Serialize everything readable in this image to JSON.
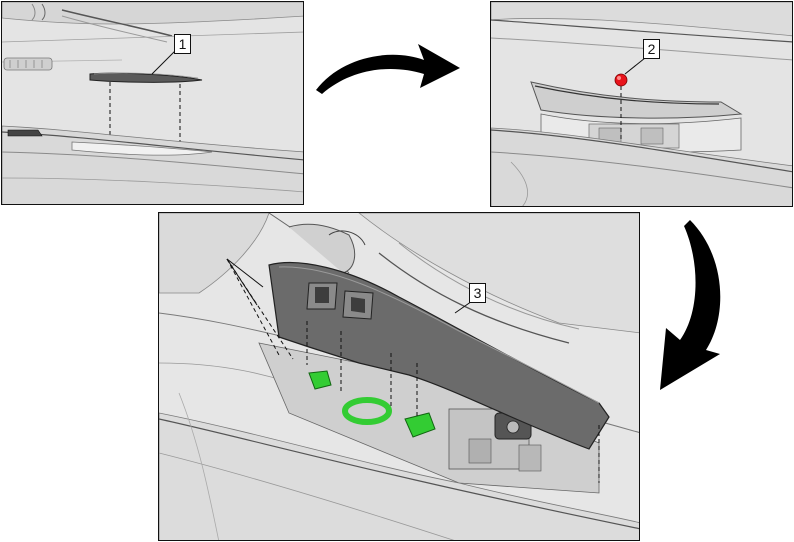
{
  "callouts": {
    "step1": "1",
    "step2": "2",
    "step3": "3"
  },
  "icons": {
    "curved_arrow_right": "curved-arrow-icon",
    "curved_arrow_down": "curved-arrow-icon"
  },
  "colors": {
    "highlight_green": "#33cc33",
    "fastener_red": "#e8141c",
    "panel_gray": "#e3e3e3",
    "switch_dark": "#6b6b6b"
  }
}
